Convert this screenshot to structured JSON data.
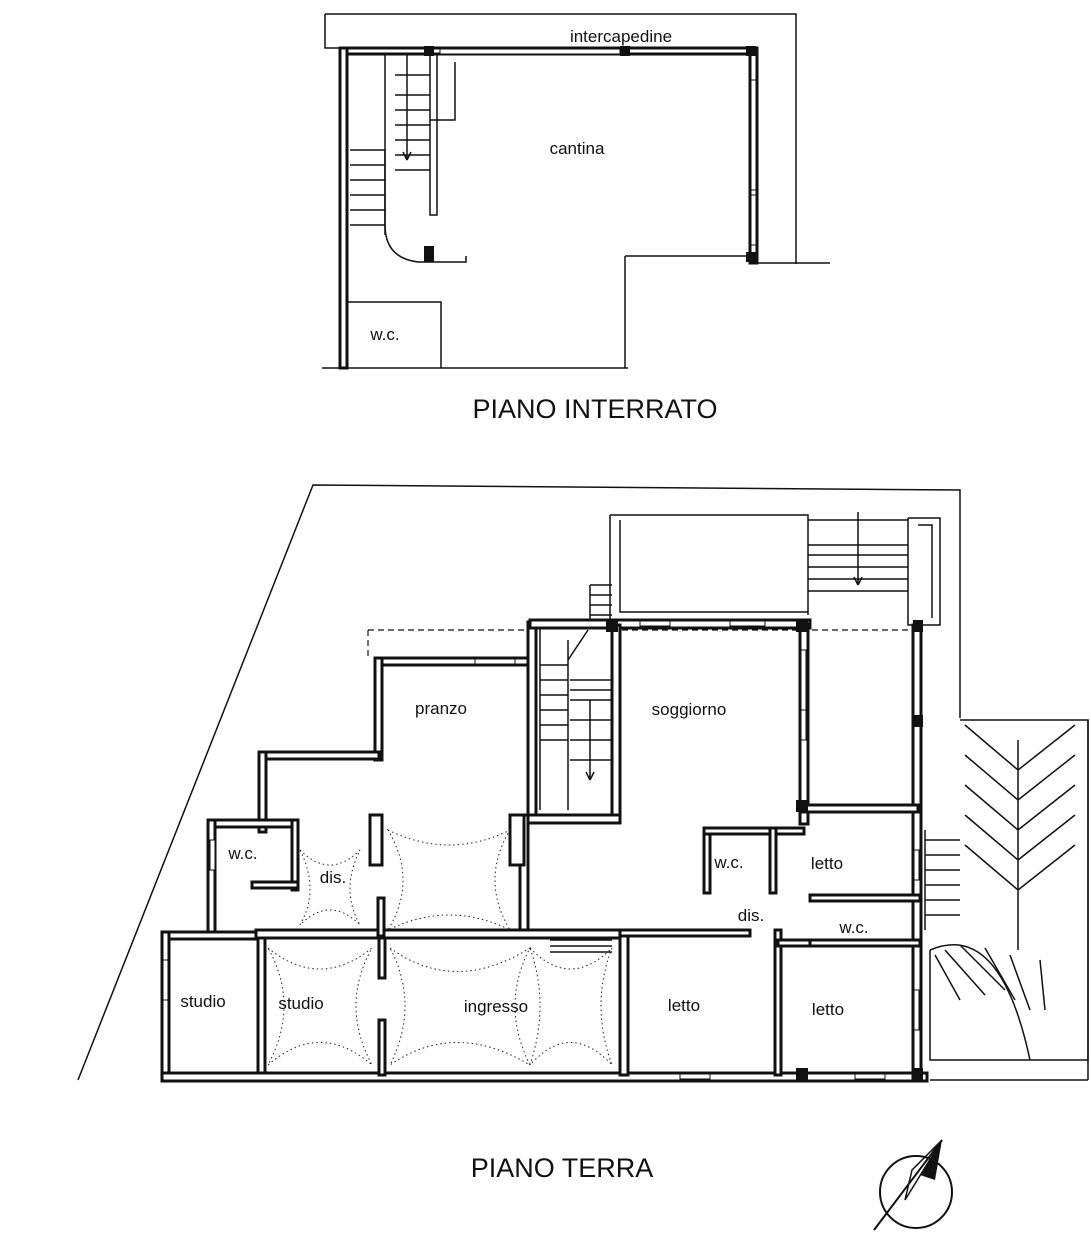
{
  "basement": {
    "title": "PIANO INTERRATO",
    "rooms": {
      "intercapedine": "intercapedine",
      "cantina": "cantina",
      "wc": "w.c."
    }
  },
  "ground": {
    "title": "PIANO TERRA",
    "rooms": {
      "pranzo": "pranzo",
      "soggiorno": "soggiorno",
      "wc_left": "w.c.",
      "dis_left": "dis.",
      "wc_center": "w.c.",
      "letto_top": "letto",
      "dis_center": "dis.",
      "wc_right": "w.c.",
      "studio_left": "studio",
      "studio_center": "studio",
      "ingresso": "ingresso",
      "letto_bottom_left": "letto",
      "letto_bottom_right": "letto"
    }
  },
  "compass": {
    "icon": "north-arrow-icon"
  }
}
